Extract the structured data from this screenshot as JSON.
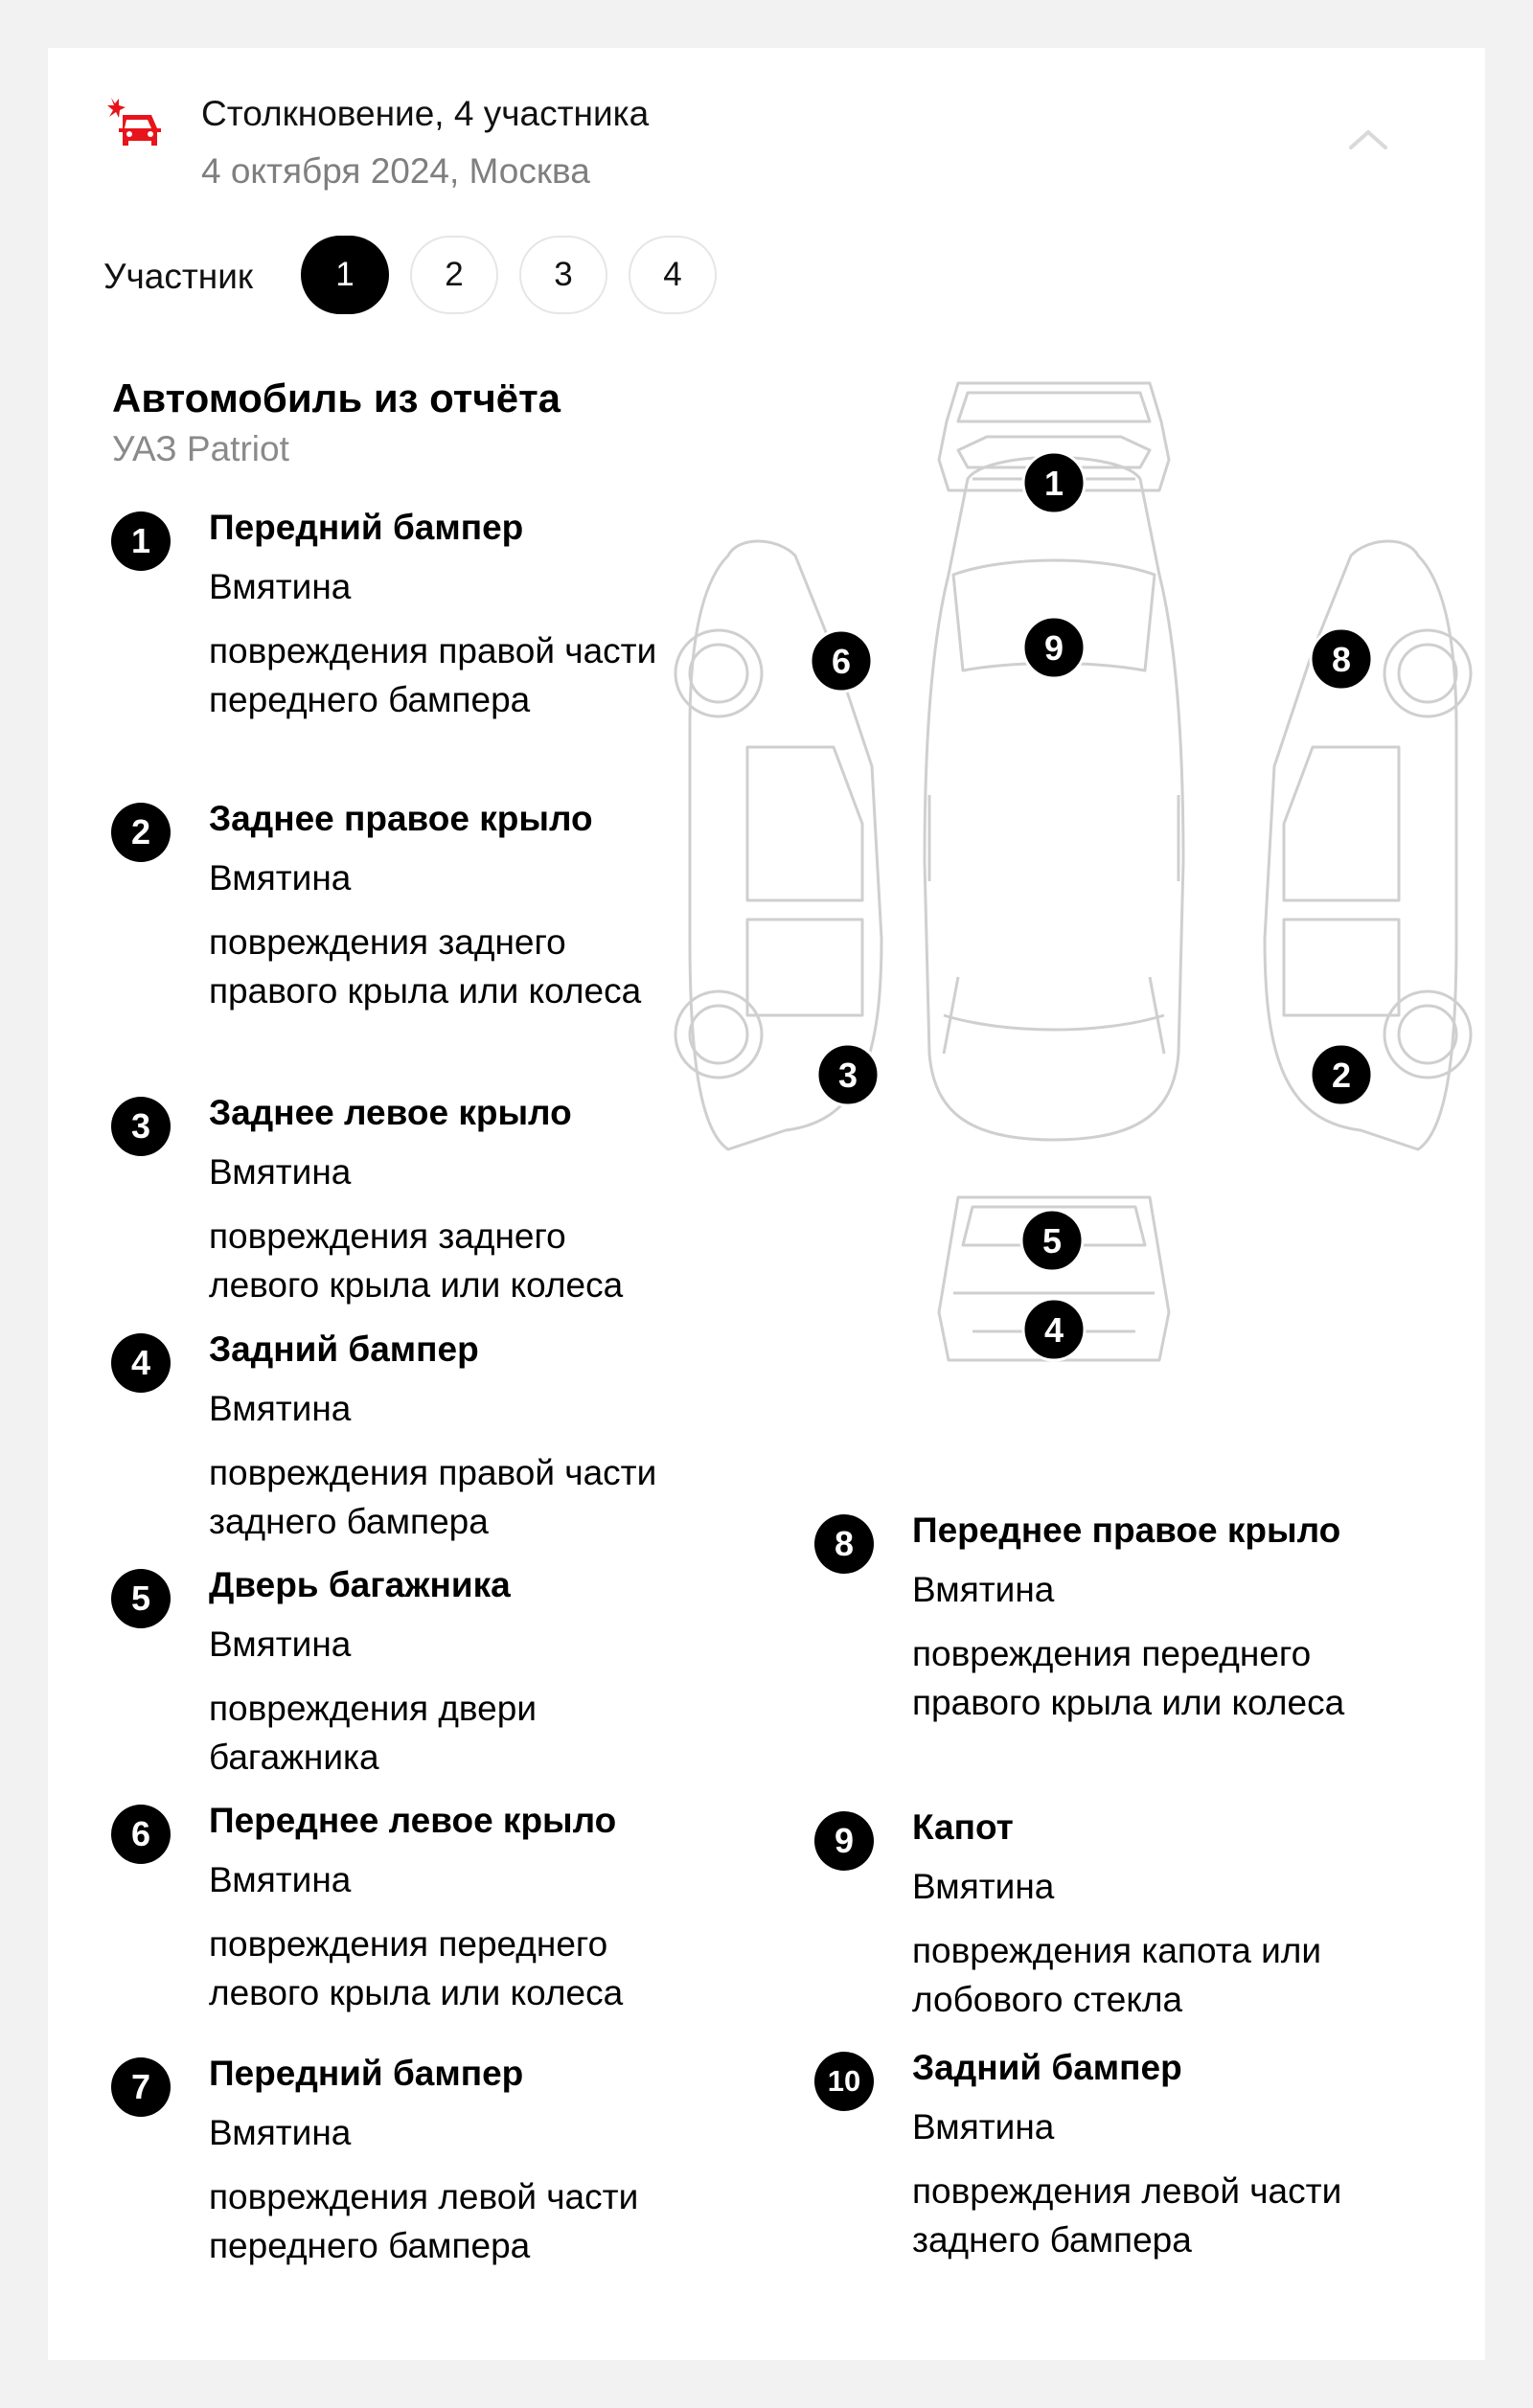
{
  "header": {
    "title": "Столкновение, 4 участника",
    "subtitle": "4 октября 2024, Москва",
    "icon": "car-crash-icon",
    "icon_color": "#e8141b"
  },
  "participants": {
    "label": "Участник",
    "tabs": [
      "1",
      "2",
      "3",
      "4"
    ],
    "active": "1"
  },
  "car": {
    "title": "Автомобиль из отчёта",
    "model": "УАЗ Patriot"
  },
  "damages": [
    {
      "num": "1",
      "name": "Передний бампер",
      "type": "Вмятина",
      "desc": "повреждения правой части переднего бампера"
    },
    {
      "num": "2",
      "name": "Заднее правое крыло",
      "type": "Вмятина",
      "desc": "повреждения заднего правого крыла или колеса"
    },
    {
      "num": "3",
      "name": "Заднее левое крыло",
      "type": "Вмятина",
      "desc": "повреждения заднего левого крыла или колеса"
    },
    {
      "num": "4",
      "name": "Задний бампер",
      "type": "Вмятина",
      "desc": "повреждения правой части заднего бампера"
    },
    {
      "num": "5",
      "name": "Дверь багажника",
      "type": "Вмятина",
      "desc": "повреждения двери багажника"
    },
    {
      "num": "6",
      "name": "Переднее левое крыло",
      "type": "Вмятина",
      "desc": "повреждения переднего левого крыла или колеса"
    },
    {
      "num": "7",
      "name": "Передний бампер",
      "type": "Вмятина",
      "desc": "повреждения левой части переднего бампера"
    },
    {
      "num": "8",
      "name": "Переднее правое крыло",
      "type": "Вмятина",
      "desc": "повреждения переднего правого крыла или колеса"
    },
    {
      "num": "9",
      "name": "Капот",
      "type": "Вмятина",
      "desc": "повреждения капота или лобового стекла"
    },
    {
      "num": "10",
      "name": "Задний бампер",
      "type": "Вмятина",
      "desc": "повреждения левой части заднего бампера"
    }
  ],
  "diagram_markers": [
    "1",
    "2",
    "3",
    "4",
    "5",
    "6",
    "8",
    "9"
  ]
}
